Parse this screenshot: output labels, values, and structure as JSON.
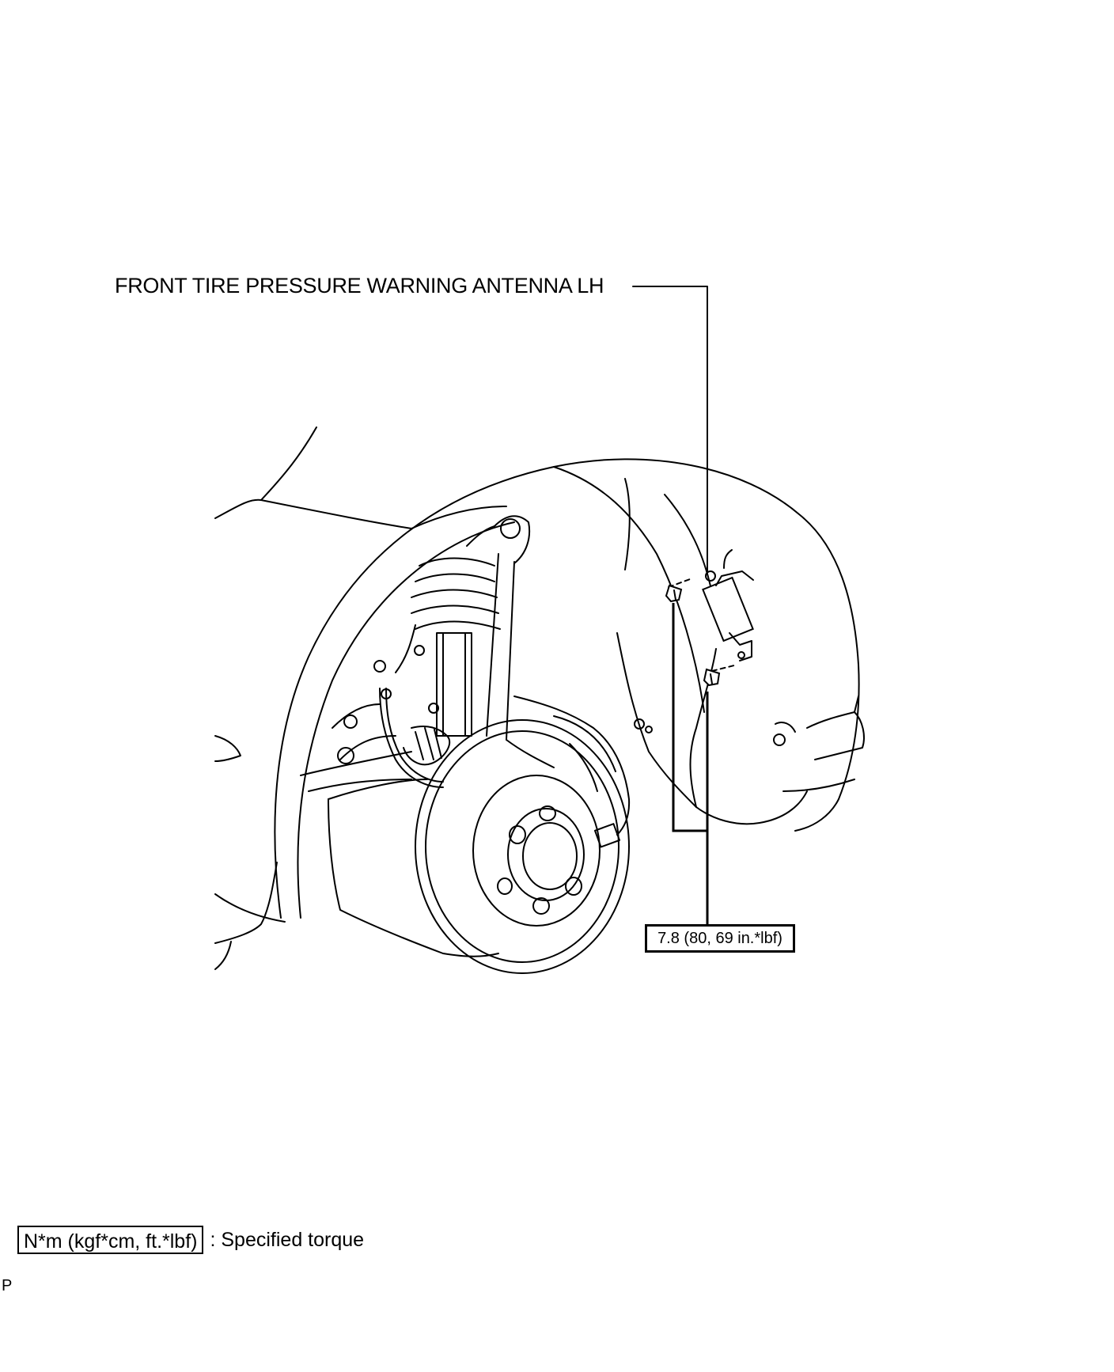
{
  "callout": {
    "part_label": "FRONT TIRE PRESSURE WARNING ANTENNA LH",
    "torque_value": "7.8 (80, 69 in.*lbf)"
  },
  "legend": {
    "unit_box": "N*m (kgf*cm, ft.*lbf)",
    "description": ": Specified torque"
  },
  "page_mark": "P"
}
